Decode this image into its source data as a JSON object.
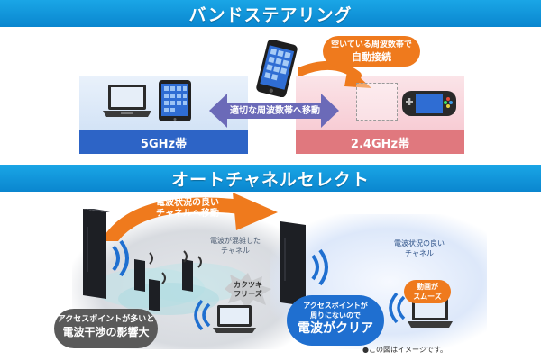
{
  "band_steering": {
    "title": "バンドステアリング",
    "band_5ghz_label": "5GHz帯",
    "band_24ghz_label": "2.4GHz帯",
    "move_label": "適切な周波数帯へ移動",
    "auto_connect_line1": "空いている周波数帯で",
    "auto_connect_line2": "自動接続"
  },
  "auto_channel": {
    "title": "オートチャネルセレクト",
    "move_line1": "電波状況の良い",
    "move_line2": "チャネルへ移動",
    "congested_line1": "電波が混雑した",
    "congested_line2": "チャネル",
    "good_line1": "電波状況の良い",
    "good_line2": "チャネル",
    "freeze_line1": "カクツキ",
    "freeze_line2": "フリーズ",
    "interference_line1": "アクセスポイントが多いと",
    "interference_line2": "電波干渉の影響大",
    "clear_line1": "アクセスポイントが",
    "clear_line2": "周りにないので",
    "clear_line3": "電波がクリア",
    "smooth_line1": "動画が",
    "smooth_line2": "スムーズ",
    "footnote": "●この図はイメージです。"
  },
  "colors": {
    "header_blue": "#0a86cf",
    "band5_blue": "#2d64c6",
    "band24_pink": "#e0787e",
    "accent_orange": "#ef7a1d",
    "arrow_purple": "#6b6ab8",
    "clear_blue": "#1f6fd0"
  },
  "icons": [
    "laptop-icon",
    "tablet-icon",
    "smartphone-icon",
    "game-console-icon",
    "router-icon",
    "wifi-signal-icon"
  ]
}
